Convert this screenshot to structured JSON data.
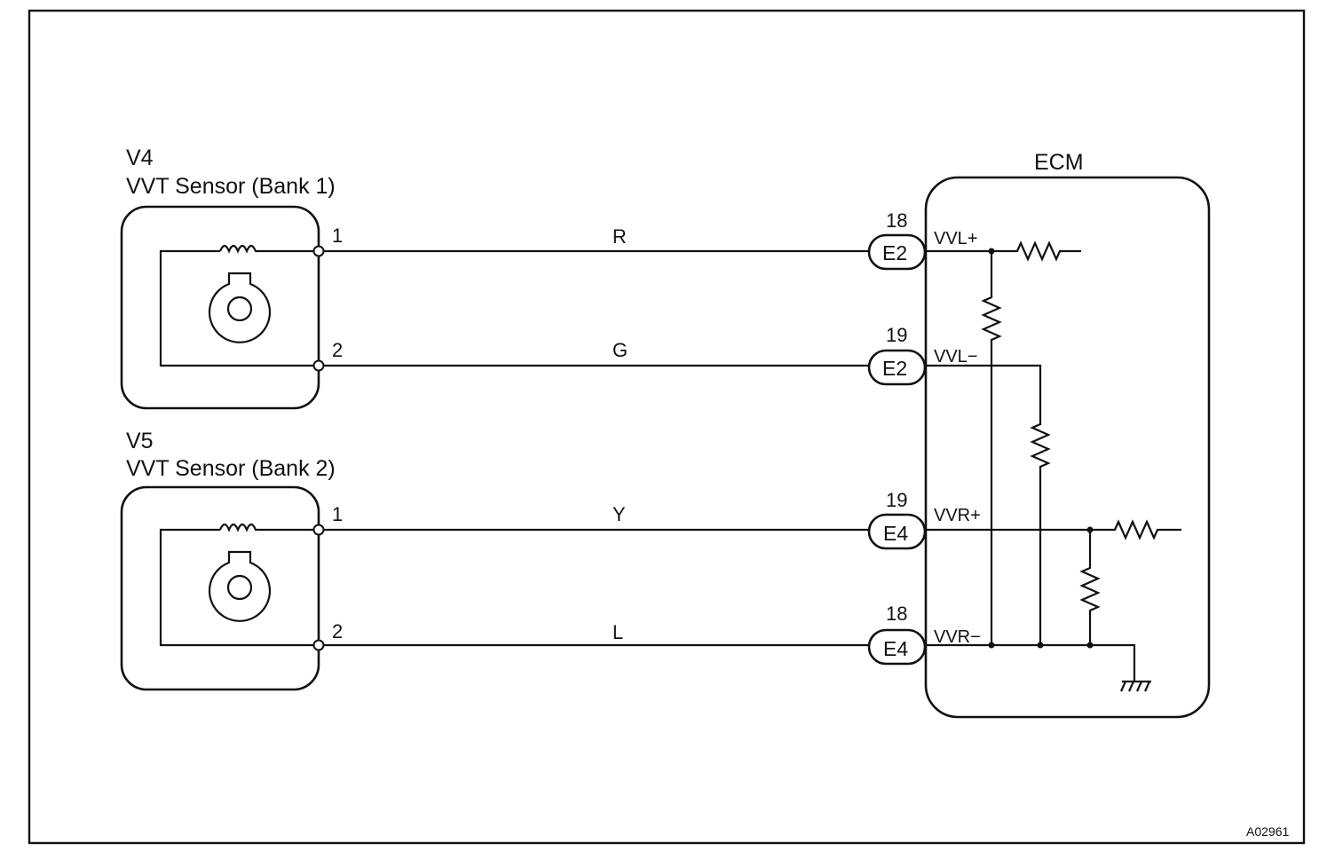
{
  "figure_id": "A02961",
  "sensors": [
    {
      "code": "V4",
      "name": "VVT Sensor (Bank 1)",
      "pins": [
        {
          "pin": "1",
          "wire_color": "R",
          "connector_pin": "18",
          "connector": "E2",
          "signal": "VVL+"
        },
        {
          "pin": "2",
          "wire_color": "G",
          "connector_pin": "19",
          "connector": "E2",
          "signal": "VVL−"
        }
      ]
    },
    {
      "code": "V5",
      "name": "VVT Sensor (Bank 2)",
      "pins": [
        {
          "pin": "1",
          "wire_color": "Y",
          "connector_pin": "19",
          "connector": "E4",
          "signal": "VVR+"
        },
        {
          "pin": "2",
          "wire_color": "L",
          "connector_pin": "18",
          "connector": "E4",
          "signal": "VVR−"
        }
      ]
    }
  ],
  "ecm": {
    "label": "ECM"
  }
}
